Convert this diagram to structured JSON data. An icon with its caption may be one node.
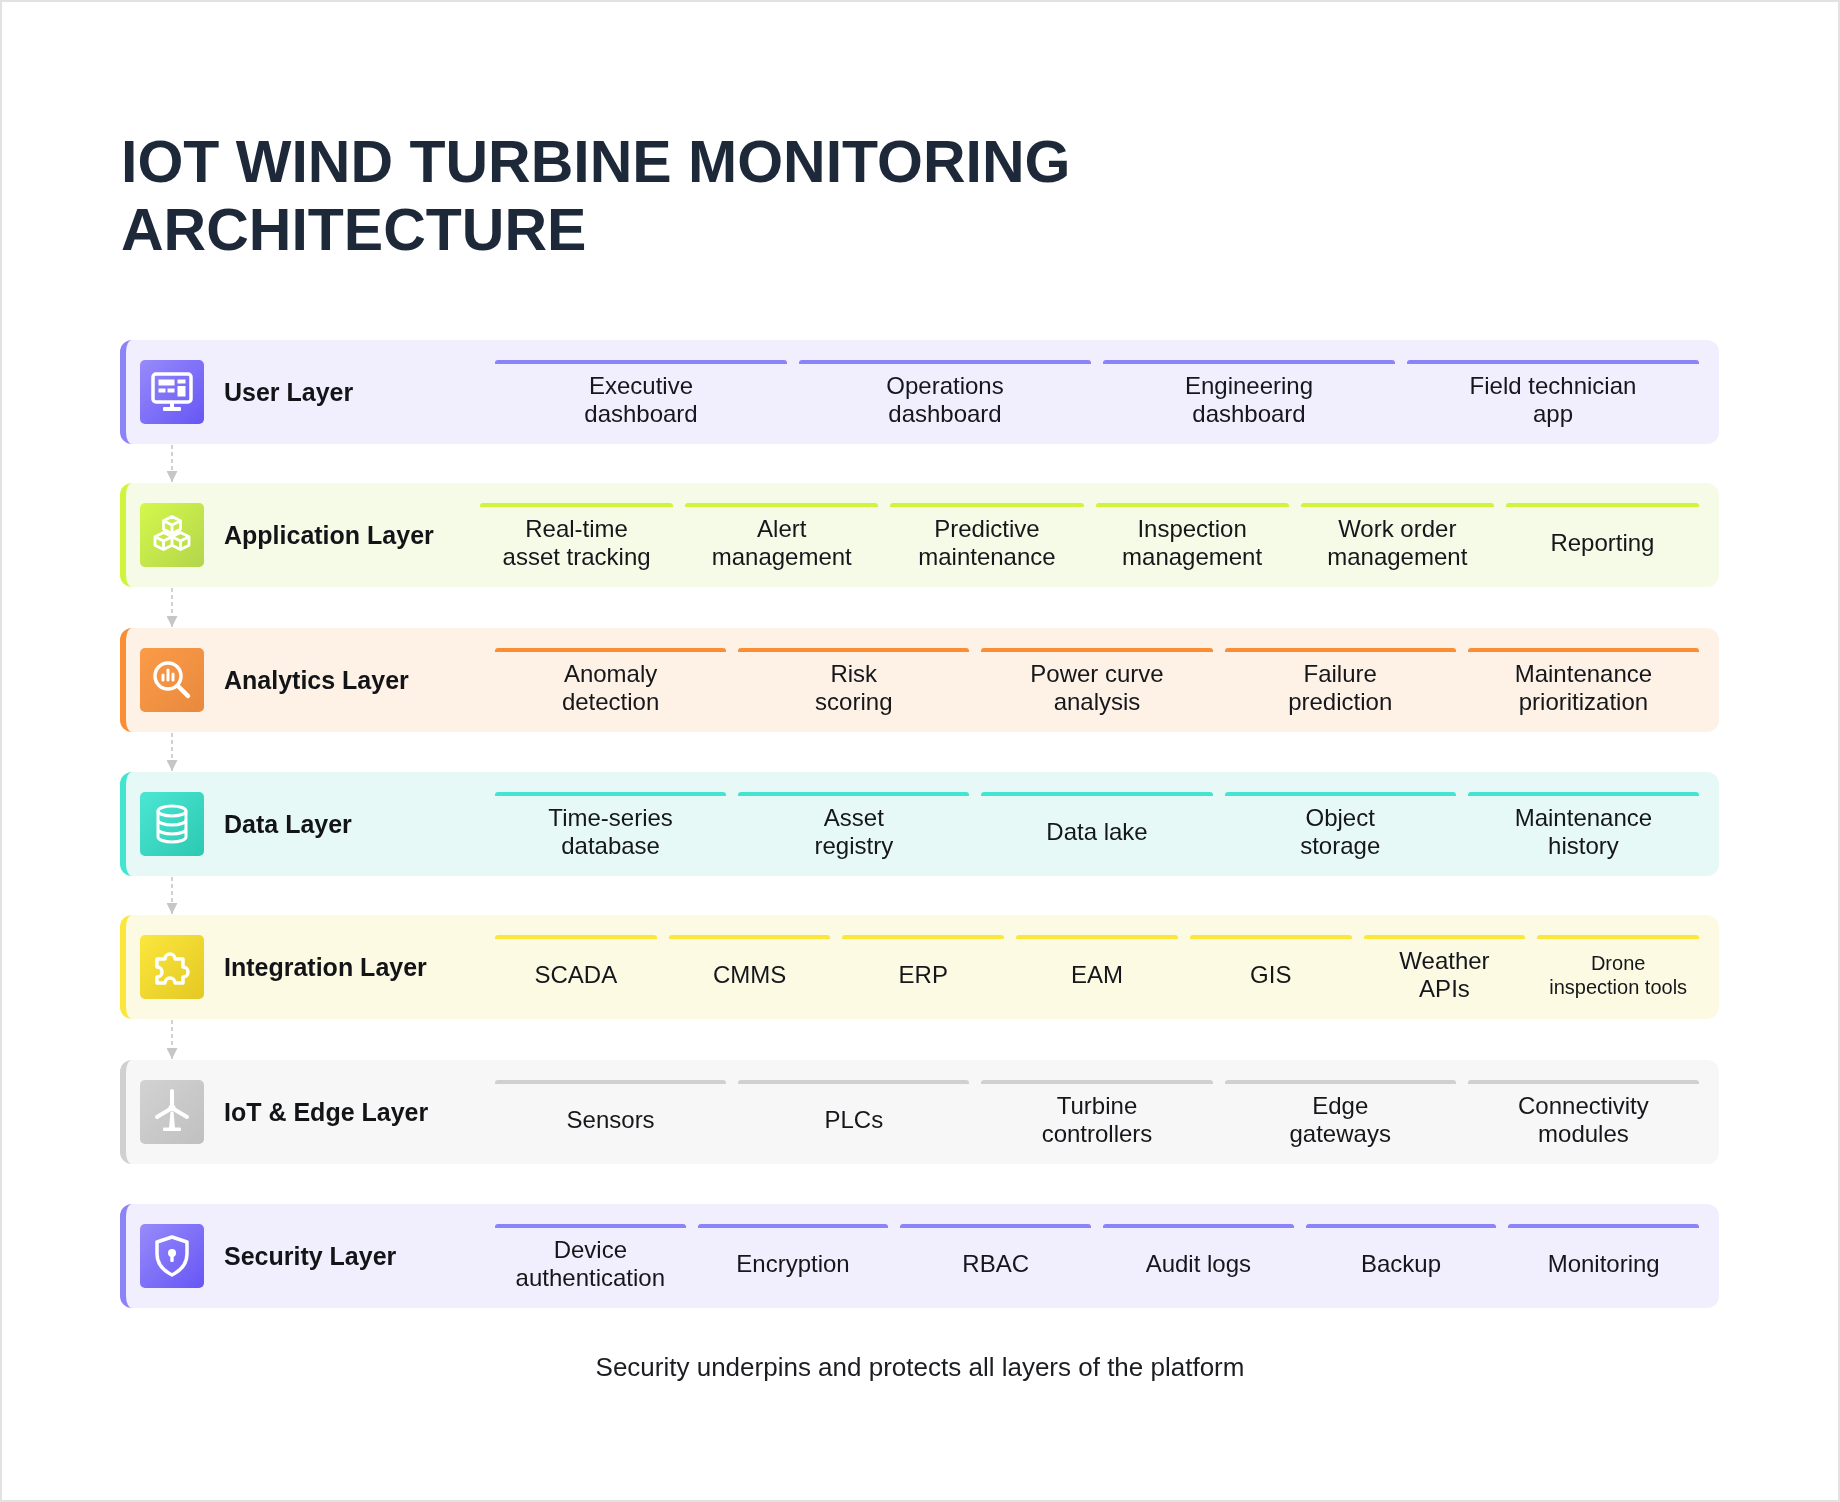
{
  "diagram": {
    "title": "IOT WIND TURBINE MONITORING ARCHITECTURE",
    "caption": "Security underpins and protects all layers of the platform",
    "nodes": [
      {
        "text": [
          "User Layer"
        ]
      },
      {
        "text": [
          "Executive dashboard"
        ],
        "in": 0
      },
      {
        "text": [
          "Operations dashboard"
        ],
        "in": 0
      },
      {
        "text": [
          "Engineering dashboard"
        ],
        "in": 0
      },
      {
        "text": [
          "Field technician app"
        ],
        "in": 0
      },
      {
        "text": [
          "Application Layer"
        ]
      },
      {
        "text": [
          "Real-time asset tracking"
        ],
        "in": 5
      },
      {
        "text": [
          "Alert management"
        ],
        "in": 5
      },
      {
        "text": [
          "Predictive maintenance"
        ],
        "in": 5
      },
      {
        "text": [
          "Inspection management"
        ],
        "in": 5
      },
      {
        "text": [
          "Work order management"
        ],
        "in": 5
      },
      {
        "text": [
          "Reporting"
        ],
        "in": 5
      },
      {
        "text": [
          "Analytics Layer"
        ]
      },
      {
        "text": [
          "Anomaly detection"
        ],
        "in": 12
      },
      {
        "text": [
          "Risk scoring"
        ],
        "in": 12
      },
      {
        "text": [
          "Power curve analysis"
        ],
        "in": 12
      },
      {
        "text": [
          "Failure prediction"
        ],
        "in": 12
      },
      {
        "text": [
          "Maintenance prioritization"
        ],
        "in": 12
      },
      {
        "text": [
          "Data Layer"
        ]
      },
      {
        "text": [
          "Time-series database"
        ],
        "in": 18
      },
      {
        "text": [
          "Asset registry"
        ],
        "in": 18
      },
      {
        "text": [
          "Data lake"
        ],
        "in": 18
      },
      {
        "text": [
          "Object storage"
        ],
        "in": 18
      },
      {
        "text": [
          "Maintenance history"
        ],
        "in": 18
      },
      {
        "text": [
          "Integration Layer"
        ]
      },
      {
        "text": [
          "SCADA"
        ],
        "in": 24
      },
      {
        "text": [
          "CMMS"
        ],
        "in": 24
      },
      {
        "text": [
          "ERP"
        ],
        "in": 24
      },
      {
        "text": [
          "EAM"
        ],
        "in": 24
      },
      {
        "text": [
          "GIS"
        ],
        "in": 24
      },
      {
        "text": [
          "Weather APIs"
        ],
        "in": 24
      },
      {
        "text": [
          "Drone inspection tools"
        ],
        "in": 24
      },
      {
        "text": [
          "IoT & Edge Layer"
        ]
      },
      {
        "text": [
          "Sensors"
        ],
        "in": 32
      },
      {
        "text": [
          "PLCs"
        ],
        "in": 32
      },
      {
        "text": [
          "Turbine controllers"
        ],
        "in": 32
      },
      {
        "text": [
          "Edge gateways"
        ],
        "in": 32
      },
      {
        "text": [
          "Connectivity modules"
        ],
        "in": 32
      },
      {
        "text": [
          "Security Layer"
        ]
      },
      {
        "text": [
          "Device authentication"
        ],
        "in": 38
      },
      {
        "text": [
          "Encryption"
        ],
        "in": 38
      },
      {
        "text": [
          "RBAC"
        ],
        "in": 38
      },
      {
        "text": [
          "Audit logs"
        ],
        "in": 38
      },
      {
        "text": [
          "Backup"
        ],
        "in": 38
      },
      {
        "text": [
          "Monitoring"
        ],
        "in": 38
      }
    ],
    "edges": [
      {
        "from": 0,
        "to": 5,
        "arrow": "to",
        "style": "dashed"
      },
      {
        "from": 5,
        "to": 12,
        "arrow": "to",
        "style": "dashed"
      },
      {
        "from": 12,
        "to": 18,
        "arrow": "to",
        "style": "dashed"
      },
      {
        "from": 18,
        "to": 24,
        "arrow": "to",
        "style": "dashed"
      },
      {
        "from": 24,
        "to": 32,
        "arrow": "to",
        "style": "dashed"
      }
    ]
  }
}
